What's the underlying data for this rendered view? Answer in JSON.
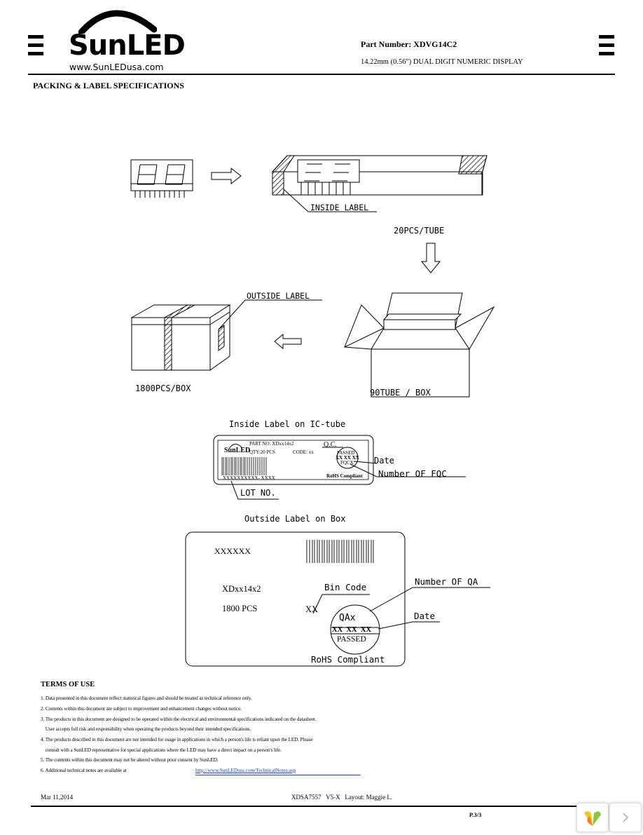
{
  "header": {
    "logo_text": "SunLED",
    "website": "www.SunLEDusa.com",
    "part_number": "Part Number: XDVG14C2",
    "description": "14.22mm (0.56\") DUAL DIGIT NUMERIC DISPLAY"
  },
  "section_title": "PACKING & LABEL SPECIFICATIONS",
  "diagram": {
    "inside_label": "INSIDE LABEL",
    "pcs_per_tube": "20PCS/TUBE",
    "outside_label": "OUTSIDE LABEL",
    "pcs_per_box": "1800PCS/BOX",
    "tubes_per_box": "90TUBE / BOX"
  },
  "inside_tube_label": {
    "title": "Inside Label on IC-tube",
    "logo": "SunLED",
    "part_no": "PART NO: XDxx14x2",
    "qty": "QTY:20 PCS",
    "code": "CODE: xx",
    "qc": "Q.C.",
    "stamp_line1": "PASSED",
    "stamp_line2": "XX XX XX",
    "stamp_line3": "FQCX",
    "lot_text": "XXXXXXXXXX- XXXX",
    "rohs": "RoHS Compliant",
    "date_callout": "Date",
    "fqc_callout": "Number OF FQC",
    "lot_callout": "LOT NO."
  },
  "outside_box_label": {
    "title": "Outside Label on Box",
    "code": "XXXXXX",
    "part": "XDxx14x2",
    "pcs": "1800  PCS",
    "bin_xx": "XX",
    "bin_code_callout": "Bin Code",
    "qa_callout": "Number OF QA",
    "date_callout": "Date",
    "stamp_line1": "QAx",
    "stamp_line2": "XX  XX  XX",
    "stamp_line3": "PASSED",
    "rohs": "RoHS Compliant"
  },
  "terms": {
    "title": "TERMS OF USE",
    "lines": [
      "1. Data presented in this document reflect statistical figures and should be treated as technical reference only.",
      "2. Contents within this document are subject to improvement and enhancement changes without notice.",
      "3. The products in this document are designed to be operated within the electrical and environmental specifications indicated on the datasheet.",
      "    User accepts full risk and responsibility when operating the products beyond their intended specifications.",
      "4. The products described in this document are not intended for usage in applications in which a person's life is reliant upon the LED. Please",
      "    consult with a SunLED representative for special applications where the LED may have a direct impact on a person's life.",
      "5. The contents within this document may not be altered without prior consent by SunLED.",
      "6. Additional technical notes are available at"
    ],
    "link": "http://www.SunLEDusa.com/TechnicalNotes.asp"
  },
  "footer": {
    "date": "Mar 11,2014",
    "doc": "XDSA7557   V5-X   Layout: Maggie L.",
    "page": "P.3/3"
  },
  "viewer": {
    "next_icon": "chevron-right-icon",
    "app_icon": "pinwheel-icon"
  }
}
